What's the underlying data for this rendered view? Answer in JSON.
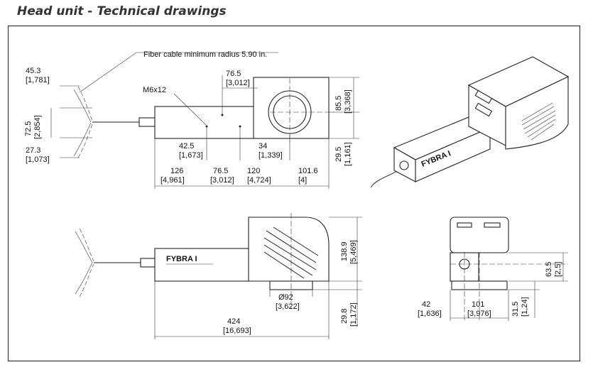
{
  "title": "Head unit - Technical drawings",
  "top_view": {
    "note": "Fiber cable minimum radius 5.90 in.",
    "m6": "M6x12",
    "d_453_mm": "45.3",
    "d_453_in": "[1,781]",
    "d_725_mm": "72.5",
    "d_725_in": "[2,854]",
    "d_273_mm": "27.3",
    "d_273_in": "[1,073]",
    "d_765a_mm": "76.5",
    "d_765a_in": "[3,012]",
    "d_855_mm": "85.5",
    "d_855_in": "[3,368]",
    "d_425_mm": "42.5",
    "d_425_in": "[1,673]",
    "d_34_mm": "34",
    "d_34_in": "[1,339]",
    "d_295_mm": "29.5",
    "d_295_in": "[1,161]",
    "d_126_mm": "126",
    "d_126_in": "[4,961]",
    "d_765b_mm": "76.5",
    "d_765b_in": "[3,012]",
    "d_120_mm": "120",
    "d_120_in": "[4,724]",
    "d_1016_mm": "101.6",
    "d_1016_in": "[4]"
  },
  "side_view": {
    "brand": "FYBRA I",
    "d_1389_mm": "138.9",
    "d_1389_in": "[5,469]",
    "d_92_mm": "Ø92",
    "d_92_in": "[3,622]",
    "d_298_mm": "29.8",
    "d_298_in": "[1,172]",
    "d_424_mm": "424",
    "d_424_in": "[16,693]"
  },
  "front_view": {
    "d_635_mm": "63.5",
    "d_635_in": "[2,5]",
    "d_42_mm": "42",
    "d_42_in": "[1,636]",
    "d_101_mm": "101",
    "d_101_in": "[3,976]",
    "d_315_mm": "31.5",
    "d_315_in": "[1,24]"
  },
  "iso_view": {
    "brand": "FYBRA I"
  }
}
